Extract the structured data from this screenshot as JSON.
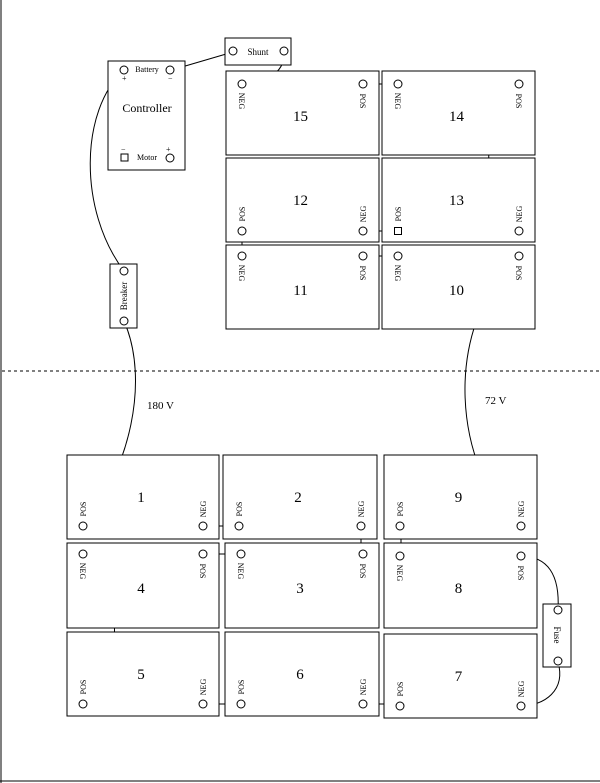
{
  "diagram": {
    "components": {
      "shunt": "Shunt",
      "breaker": "Breaker",
      "fuse": "Fuse",
      "controller": {
        "title": "Controller",
        "battery": "Battery",
        "motor": "Motor",
        "plus": "+",
        "minus": "−"
      }
    },
    "voltages": {
      "left": "180 V",
      "right": "72 V"
    },
    "terminals": {
      "pos": "POS",
      "neg": "NEG"
    },
    "batteries": [
      "1",
      "2",
      "3",
      "4",
      "5",
      "6",
      "7",
      "8",
      "9",
      "10",
      "11",
      "12",
      "13",
      "14",
      "15"
    ]
  }
}
